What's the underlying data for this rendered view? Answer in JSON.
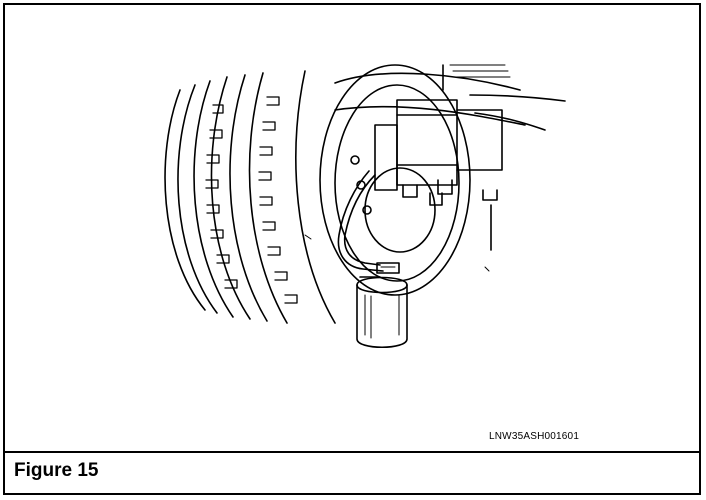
{
  "figure": {
    "code": "LNW35ASH001601",
    "caption": "Figure 15"
  },
  "icons": {
    "illustration": "brake-bleeding-illustration"
  }
}
